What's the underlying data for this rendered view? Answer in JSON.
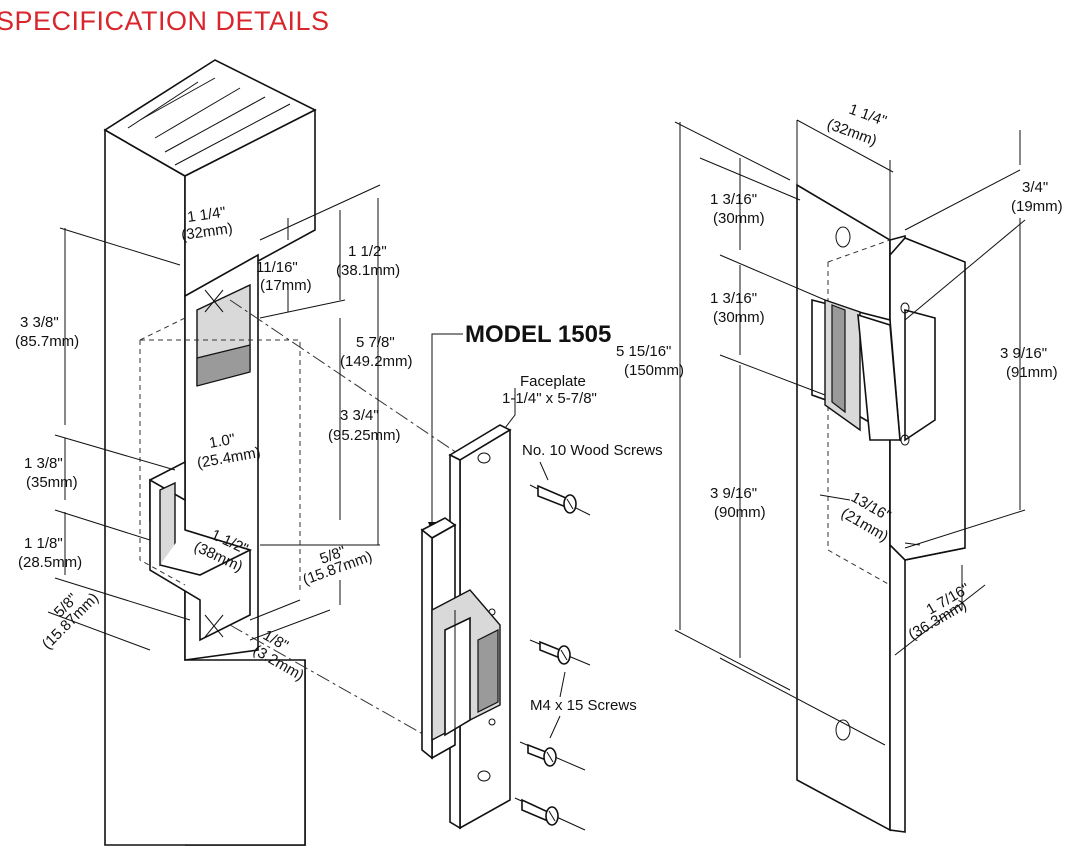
{
  "header": {
    "title": "SPECIFICATION DETAILS",
    "color": "#d9262c"
  },
  "model": "MODEL 1505",
  "callouts": {
    "faceplate_1": "Faceplate",
    "faceplate_2": "1-1/4\" x 5-7/8\"",
    "wood_screws": "No. 10 Wood Screws",
    "m4_screws": "M4 x 15 Screws"
  },
  "left_dims": {
    "a1": "3 3/8\"",
    "a2": "(85.7mm)",
    "b1": "1 3/8\"",
    "b2": "(35mm)",
    "c1": "1 1/8\"",
    "c2": "(28.5mm)",
    "d1": "5/8\"",
    "d2": "(15.87mm)",
    "e1": "1 1/4\"",
    "e2": "(32mm)",
    "f1": "11/16\"",
    "f2": "(17mm)",
    "g1": "1 1/2\"",
    "g2": "(38.1mm)",
    "h1": "5 7/8\"",
    "h2": "(149.2mm)",
    "i1": "3 3/4\"",
    "i2": "(95.25mm)",
    "j1": "1.0\"",
    "j2": "(25.4mm)",
    "k1": "1 1/2\"",
    "k2": "(38mm)",
    "l1": "5/8\"",
    "l2": "(15.87mm)",
    "m1": "1/8\"",
    "m2": "(3.2mm)"
  },
  "right_dims": {
    "a1": "1 1/4\"",
    "a2": "(32mm)",
    "b1": "3/4\"",
    "b2": "(19mm)",
    "c1": "1 3/16\"",
    "c2": "(30mm)",
    "d1": "1 3/16\"",
    "d2": "(30mm)",
    "e1": "5 15/16\"",
    "e2": "(150mm)",
    "f1": "3 9/16\"",
    "f2": "(90mm)",
    "g1": "3 9/16\"",
    "g2": "(91mm)",
    "h1": "13/16\"",
    "h2": "(21mm)",
    "i1": "1 7/16\"",
    "i2": "(36.3mm)"
  }
}
